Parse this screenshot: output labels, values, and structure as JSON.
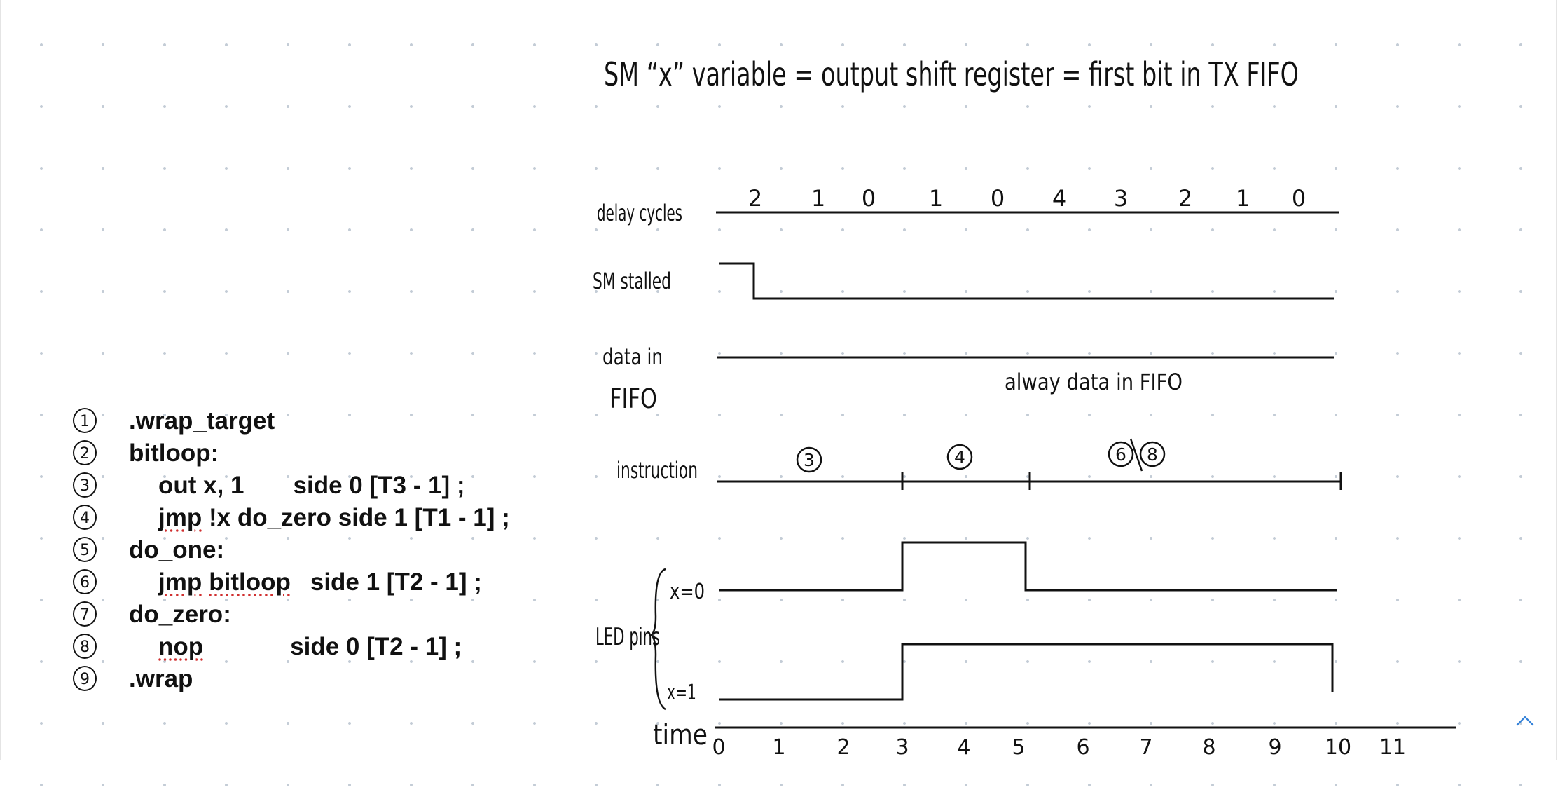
{
  "title": "SM “x” variable = output shift register = first bit in TX FIFO",
  "rows": {
    "delay": "delay cycles",
    "stalled": "SM stalled",
    "fifo_line1": "data in",
    "fifo_line2": "FIFO",
    "instruction": "instruction",
    "led": "LED pins",
    "x0": "x=0",
    "x1": "x=1",
    "time": "time"
  },
  "fifo_note": "alway data in FIFO",
  "delay_values": [
    "2",
    "1",
    "0",
    "1",
    "0",
    "4",
    "3",
    "2",
    "1",
    "0"
  ],
  "time_ticks": [
    "0",
    "1",
    "2",
    "3",
    "4",
    "5",
    "6",
    "7",
    "8",
    "9",
    "10",
    "11"
  ],
  "instruction_markers": [
    "3",
    "4",
    "6/8"
  ],
  "code": [
    {
      "num": "1",
      "text": ".wrap_target"
    },
    {
      "num": "2",
      "text": "bitloop:"
    },
    {
      "num": "3",
      "a": "out x, 1",
      "b": "side 0 [T3 - 1] ;"
    },
    {
      "num": "4",
      "a": "jmp",
      "b": "!x do_zero side 1 [T1 - 1] ;"
    },
    {
      "num": "5",
      "text": "do_one:"
    },
    {
      "num": "6",
      "a": "jmp",
      "b": "bitloop",
      "c": "side 1 [T2 - 1] ;"
    },
    {
      "num": "7",
      "text": "do_zero:"
    },
    {
      "num": "8",
      "a": "nop",
      "b": "side 0 [T2 - 1] ;"
    },
    {
      "num": "9",
      "text": ".wrap"
    }
  ],
  "icons": {
    "scroll_up": "chevron-up-icon"
  },
  "colors": {
    "ink": "#111111",
    "grid_dot": "#c3ccd6",
    "accent": "#2f7fd8",
    "spellcheck": "#d03030"
  }
}
